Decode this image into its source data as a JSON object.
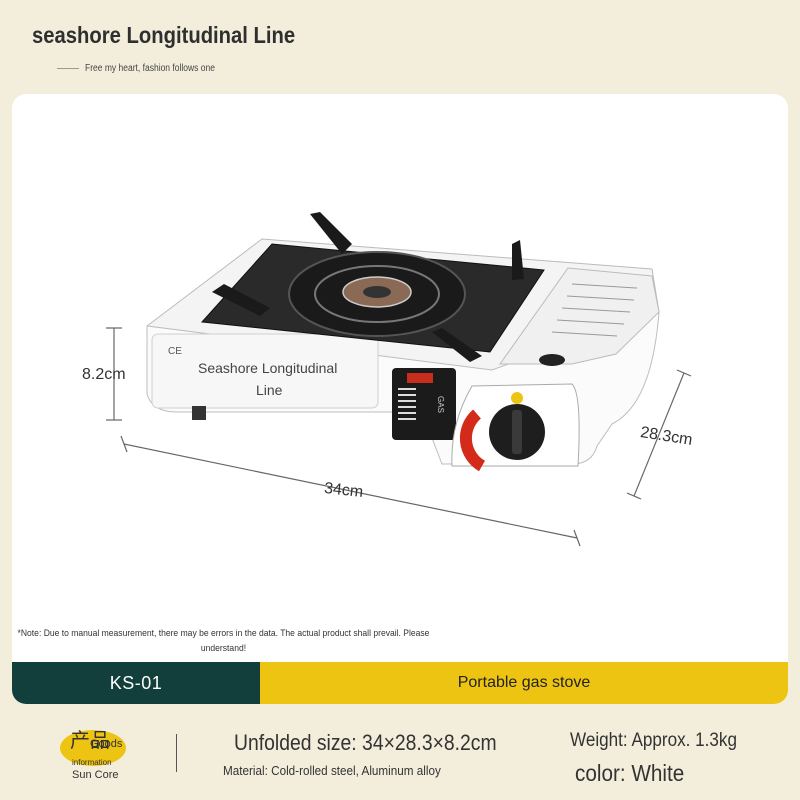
{
  "header": {
    "brand_title": "seashore Longitudinal Line",
    "tagline": "Free my heart, fashion follows one"
  },
  "photo": {
    "dimension_height": "8.2cm",
    "dimension_length": "34cm",
    "dimension_width": "28.3cm",
    "stove_brand_line1": "Seashore Longitudinal",
    "stove_brand_line2": "Line",
    "ce_mark": "CE",
    "gas_label": "GAS"
  },
  "note": {
    "text": "*Note: Due to manual measurement, there may be errors in the data. The actual product shall prevail. Please understand!"
  },
  "banner": {
    "model": "KS-01",
    "product_name": "Portable gas stove"
  },
  "badge": {
    "cn": "产品",
    "goods": "Goods",
    "information": "information",
    "core": "Sun Core"
  },
  "specs": {
    "unfolded_size": "Unfolded size: 34×28.3×8.2cm",
    "material": "Material: Cold-rolled steel, Aluminum alloy",
    "weight": "Weight: Approx. 1.3kg",
    "color": "color: White"
  },
  "colors": {
    "background": "#f3eedb",
    "dark_teal": "#123f3b",
    "yellow": "#eec412"
  }
}
